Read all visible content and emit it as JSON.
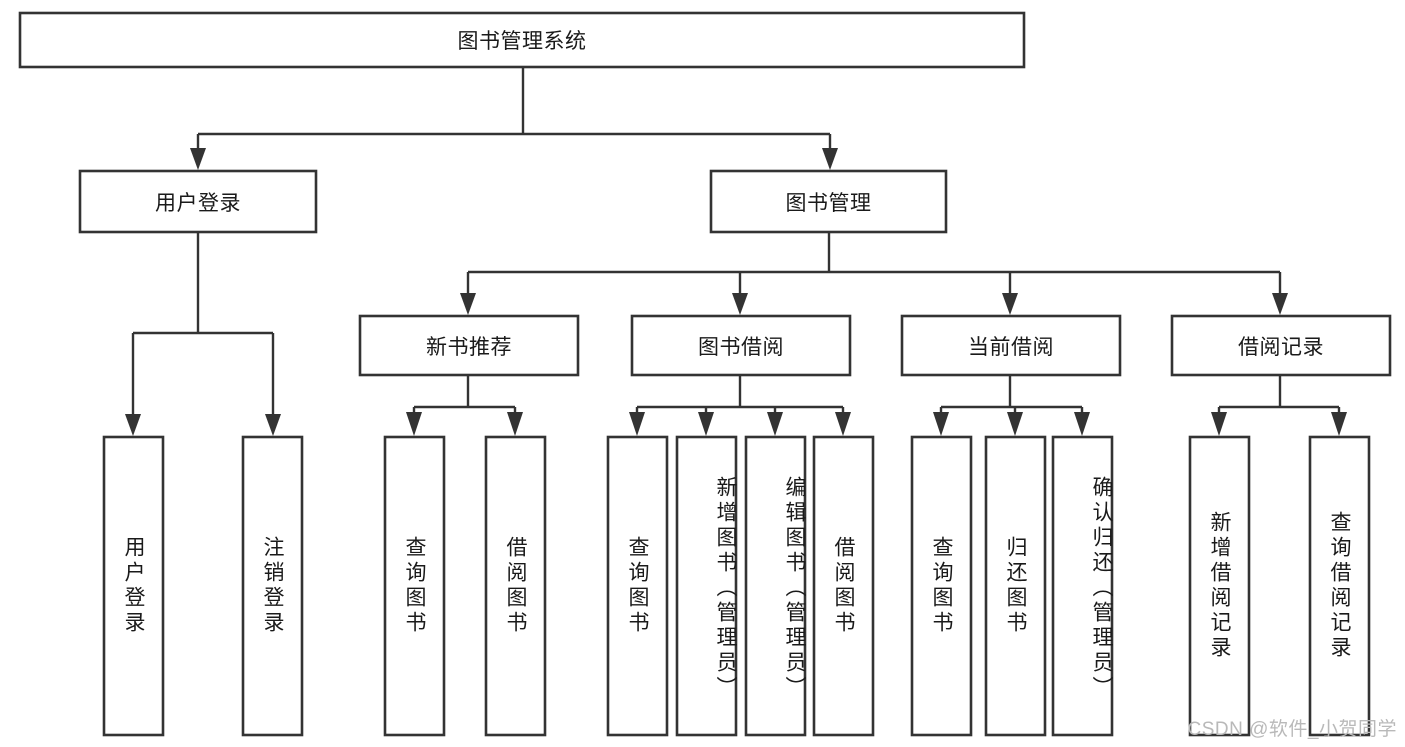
{
  "diagram": {
    "type": "tree-hierarchy",
    "title": "图书管理系统",
    "watermark": "CSDN @软件_小贺同学",
    "colors": {
      "box_stroke": "#333333",
      "box_fill": "#ffffff",
      "text": "#1a1a1a",
      "background": "#ffffff",
      "watermark": "#b9b9b9"
    },
    "root": {
      "label": "图书管理系统"
    },
    "level2": [
      {
        "label": "用户登录"
      },
      {
        "label": "图书管理"
      }
    ],
    "level3": [
      {
        "label": "新书推荐"
      },
      {
        "label": "图书借阅"
      },
      {
        "label": "当前借阅"
      },
      {
        "label": "借阅记录"
      }
    ],
    "leaves": {
      "user_login": [
        {
          "label": "用户登录"
        },
        {
          "label": "注销登录"
        }
      ],
      "new_book_recommend": [
        {
          "label": "查询图书"
        },
        {
          "label": "借阅图书"
        }
      ],
      "book_borrow": [
        {
          "label": "查询图书"
        },
        {
          "label": "新增图书（管理员）"
        },
        {
          "label": "编辑图书（管理员）"
        },
        {
          "label": "借阅图书"
        }
      ],
      "current_borrow": [
        {
          "label": "查询图书"
        },
        {
          "label": "归还图书"
        },
        {
          "label": "确认归还（管理员）"
        }
      ],
      "borrow_record": [
        {
          "label": "新增借阅记录"
        },
        {
          "label": "查询借阅记录"
        }
      ]
    }
  }
}
